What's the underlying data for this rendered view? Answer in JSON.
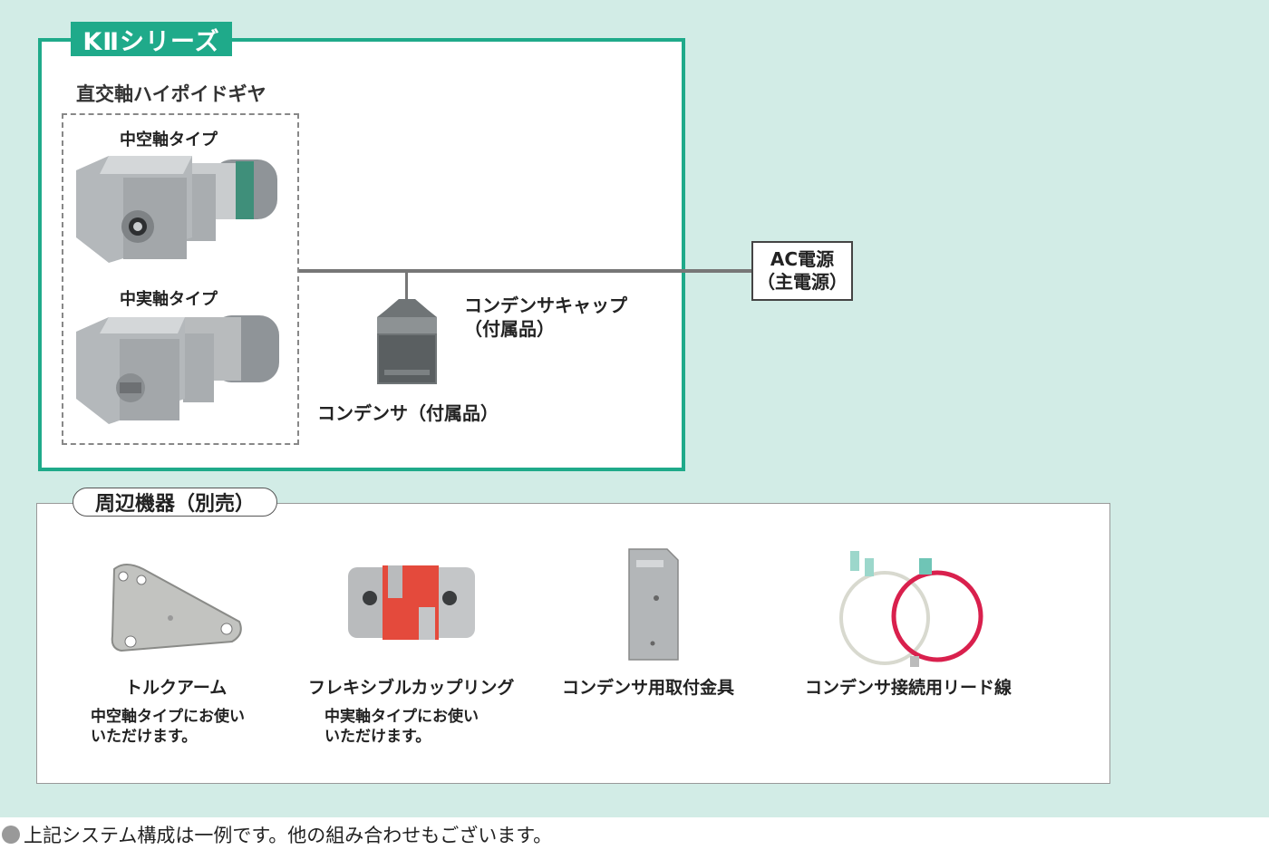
{
  "system": {
    "series_title": "KⅡシリーズ",
    "gear_type": "直交軸ハイポイドギヤ",
    "hollow_shaft": "中空軸タイプ",
    "solid_shaft": "中実軸タイプ",
    "capacitor_cap_line1": "コンデンサキャップ",
    "capacitor_cap_line2": "（付属品）",
    "capacitor": "コンデンサ（付属品）",
    "ac_power_line1": "AC電源",
    "ac_power_line2": "（主電源）"
  },
  "peripherals": {
    "title": "周辺機器（別売）",
    "items": [
      {
        "label": "トルクアーム",
        "note_line1": "中空軸タイプにお使い",
        "note_line2": "いただけます。"
      },
      {
        "label": "フレキシブルカップリング",
        "note_line1": "中実軸タイプにお使い",
        "note_line2": "いただけます。"
      },
      {
        "label": "コンデンサ用取付金具"
      },
      {
        "label": "コンデンサ接続用リード線"
      }
    ]
  },
  "footnote": "上記システム構成は一例です。他の組み合わせもございます。",
  "colors": {
    "accent": "#1faa8a",
    "background": "#d2ece6"
  }
}
